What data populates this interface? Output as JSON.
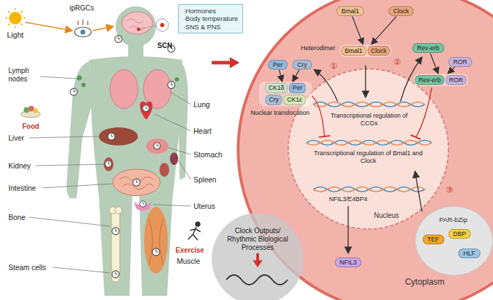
{
  "diagram": {
    "nodes": [
      {
        "text": [
          "·Hormones",
          "·Body temperature",
          "·SNS & PNS"
        ]
      },
      {
        "text": [
          "Cytoplasm"
        ]
      },
      {
        "text": [
          "Nucleus"
        ],
        "in": 1
      },
      {
        "text": [
          "Bmal1"
        ],
        "in": 1
      },
      {
        "text": [
          "Clock"
        ],
        "in": 1
      },
      {
        "text": [
          "Bmal1",
          "Clock"
        ],
        "in": 1
      },
      {
        "text": [
          "Per"
        ],
        "in": 1
      },
      {
        "text": [
          "Cry"
        ],
        "in": 1
      },
      {
        "text": [
          "CK1δ",
          "Per",
          "Cry",
          "CK1ε"
        ],
        "in": 1
      },
      {
        "text": [
          "Rev-erb"
        ],
        "in": 1
      },
      {
        "text": [
          "ROR"
        ],
        "in": 1
      },
      {
        "text": [
          "Rev-erb",
          "ROR"
        ],
        "in": 1
      },
      {
        "text": [
          "NFIL3"
        ],
        "in": 1
      },
      {
        "text": [
          "PAR-bZip"
        ],
        "in": 1
      },
      {
        "text": [
          "TEF"
        ],
        "in": 13
      },
      {
        "text": [
          "DBP"
        ],
        "in": 13
      },
      {
        "text": [
          "HLF"
        ],
        "in": 13
      },
      {
        "text": [
          "Clock Outputs/ Rhythmic Biological Processes"
        ]
      }
    ],
    "edges": [
      {
        "from": 3,
        "to": 5,
        "arrow": "to"
      },
      {
        "from": 4,
        "to": 5,
        "arrow": "to"
      },
      {
        "from": 6,
        "to": 8,
        "arrow": "to"
      },
      {
        "from": 7,
        "to": 8,
        "arrow": "to"
      },
      {
        "from": 9,
        "to": 11,
        "arrow": "to"
      },
      {
        "from": 10,
        "to": 11,
        "arrow": "to"
      }
    ],
    "labels": [
      "Light",
      "ipRGCs",
      "SCN",
      "Lymph nodes",
      "Food",
      "Lung",
      "Heart",
      "Liver",
      "Stomach",
      "Kidney",
      "Spleen",
      "Intestine",
      "Uterus",
      "Bone",
      "Exercise",
      "Muscle",
      "Steam cells",
      "Heterodimer",
      "Nuclear translocation",
      "①",
      "②",
      "③",
      "Transcriptional regulation of CCGs",
      "Transcriptional regulation of Bmal1 and Clock",
      "NFIL3/E4BP4"
    ]
  }
}
